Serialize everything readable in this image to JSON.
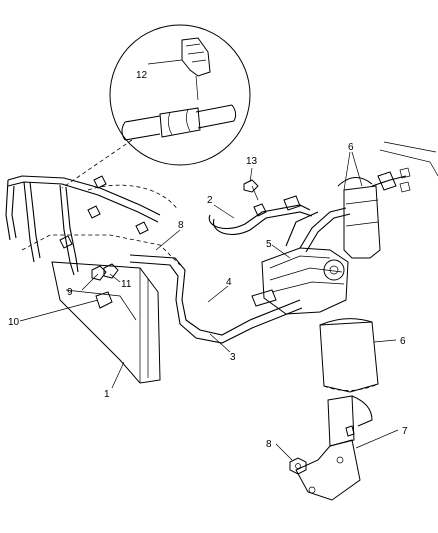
{
  "callouts": [
    {
      "id": "c1",
      "text": "1"
    },
    {
      "id": "c2",
      "text": "2"
    },
    {
      "id": "c3",
      "text": "3"
    },
    {
      "id": "c4",
      "text": "4"
    },
    {
      "id": "c5",
      "text": "5"
    },
    {
      "id": "c6a",
      "text": "6"
    },
    {
      "id": "c6b",
      "text": "6"
    },
    {
      "id": "c7",
      "text": "7"
    },
    {
      "id": "c8",
      "text": "8"
    },
    {
      "id": "c9",
      "text": "9"
    },
    {
      "id": "c10",
      "text": "10"
    },
    {
      "id": "c11",
      "text": "11"
    },
    {
      "id": "c12",
      "text": "12"
    },
    {
      "id": "c13",
      "text": "13"
    },
    {
      "id": "c14",
      "text": "14"
    }
  ]
}
